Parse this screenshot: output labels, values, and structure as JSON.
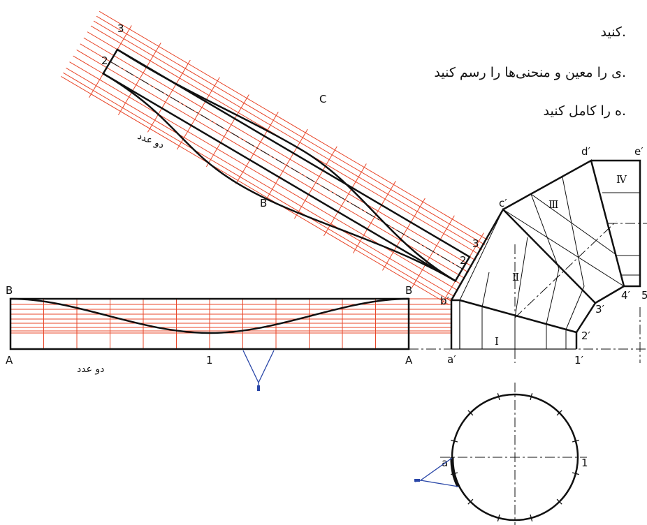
{
  "instructions": [
    "کنید.",
    "ی را معین و منحنی‌ها را رسم کنید.",
    "ه را کامل کنید."
  ],
  "notes": {
    "two_pieces_upper": "دو عدد",
    "two_pieces_lower": "دو عدد"
  },
  "development_labels": {
    "upper": {
      "n3_left": "3",
      "n2_left": "2",
      "C": "C",
      "B": "B",
      "n3_right": "3",
      "n2_right": "2"
    },
    "lower": {
      "B_left": "B",
      "B_right": "B",
      "A_left": "A",
      "A_right": "A",
      "one": "1"
    }
  },
  "elbow_labels": {
    "a": "a′",
    "b": "b′",
    "c": "c′",
    "d": "d′",
    "e": "e′",
    "p1": "1′",
    "p2": "2′",
    "p3": "3′",
    "p4": "4′",
    "p5": "5",
    "seg1": "Ⅰ",
    "seg2": "Ⅱ",
    "seg3": "Ⅲ",
    "seg4": "Ⅳ"
  },
  "circle_labels": {
    "a": "a",
    "one": "1"
  }
}
